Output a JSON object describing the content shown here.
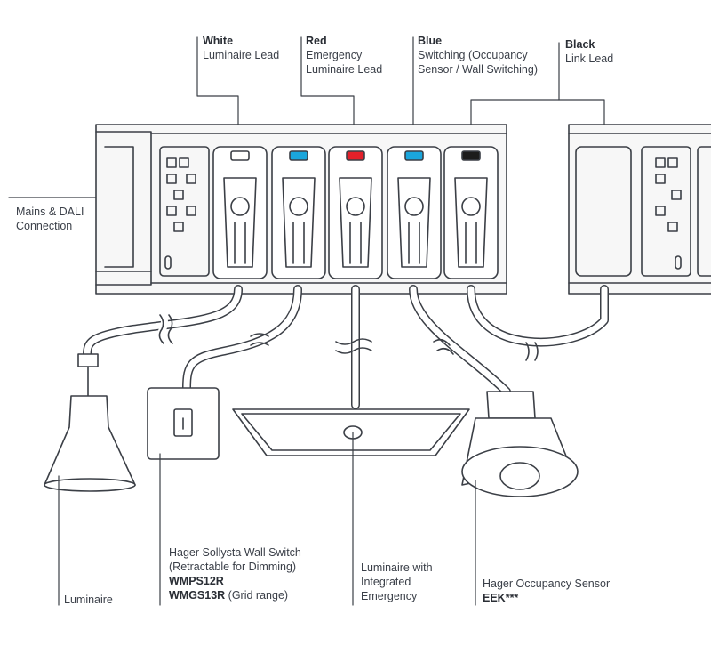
{
  "top_labels": {
    "white": {
      "title": "White",
      "line1": "Luminaire Lead"
    },
    "red": {
      "title": "Red",
      "line1": "Emergency",
      "line2": "Luminaire Lead"
    },
    "blue": {
      "title": "Blue",
      "line1": "Switching (Occupancy",
      "line2": "Sensor / Wall Switching)"
    },
    "black": {
      "title": "Black",
      "line1": "Link Lead"
    }
  },
  "side_label": {
    "line1": "Mains & DALI",
    "line2": "Connection"
  },
  "bottom_labels": {
    "luminaire": {
      "line1": "Luminaire"
    },
    "wall_switch": {
      "line1": "Hager Sollysta Wall Switch",
      "line2": "(Retractable for Dimming)",
      "line3": "WMPS12R",
      "line4": "WMGS13R",
      "line4_suffix": " (Grid range)"
    },
    "emergency": {
      "line1": "Luminaire  with",
      "line2": "Integrated",
      "line3": "Emergency"
    },
    "sensor": {
      "line1": "Hager Occupancy Sensor",
      "line2": "EEK***"
    }
  },
  "colors": {
    "red": "#e3202a",
    "blue": "#1aa6dc",
    "black": "#1c1c1c",
    "white": "#ffffff",
    "outline": "#3b3f46"
  }
}
